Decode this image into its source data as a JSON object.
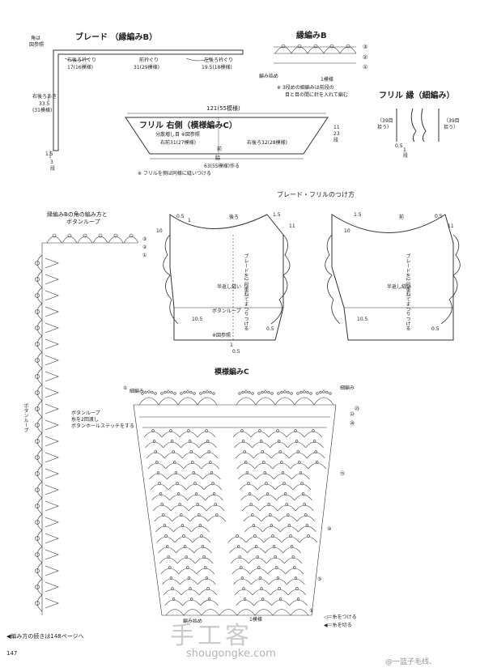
{
  "braid": {
    "title": "ブレード （縁編みB）",
    "corner_note_1": "角は",
    "corner_note_2": "図参照",
    "right_front": "右後ろ衿ぐり",
    "right_front_v": "17(16模様)",
    "back": "前衿ぐり",
    "back_v": "31(29模様)",
    "left_front": "左後ろ衿ぐり",
    "left_front_v": "19.5(18模様)",
    "right_side": "右後ろあき",
    "right_side_v": "33.5",
    "right_side_m": "(31模様)",
    "bottom_1": "1.5",
    "bottom_2": "3",
    "bottom_3": "段"
  },
  "edgeB": {
    "title": "縁編みB",
    "start": "編み始め",
    "repeat": "1模様",
    "note_1": "※ 3段めの細編みは前段の",
    "note_2": "目と目の間に針を入れて編む",
    "rows": [
      "③",
      "②",
      "①"
    ]
  },
  "frillEdge": {
    "title": "フリル 縁（細編み）",
    "left_pick": "（39目",
    "left_pick2": "拾う）",
    "right_pick": "（39目",
    "right_pick2": "拾う）",
    "h1": "0.5",
    "h2": "1",
    "h3": "段"
  },
  "frill": {
    "top_width": "121(55模様)",
    "title": "フリル 右側（模様編みC）",
    "dec": "分散増し目 ※図参照",
    "front_right": "右前31(27模様)",
    "back_right": "右後ろ32(28模様)",
    "height": "11",
    "height_r": "23",
    "height_u": "段",
    "center": "前",
    "center2": "脇",
    "bottom_width": "63(55模様)作る",
    "note": "※ フリルを側は同様に縫いつける"
  },
  "attach": {
    "title": "ブレード・フリルのつけ方",
    "back_label": "後ろ",
    "front_label": "前",
    "n05a": "0.5",
    "n1a": "1",
    "n15a": "1.5",
    "n11a": "11",
    "n10a": "10",
    "n105a": "10.5",
    "n15b": "1.5",
    "n05b": "0.5",
    "n11b": "11",
    "n10b": "10",
    "n105b": "10.5",
    "n05c": "0.5",
    "n05d": "0.5",
    "back_text": "ブレードを2 段重ねてまつりつける",
    "front_text": "ブレードを2 段重ねてまつりつける",
    "half_stitch": "半返し縫い",
    "button_loop": "ボタンループ",
    "see": "※図参照",
    "bottom_1": "1",
    "bottom_05": "0.5"
  },
  "corner": {
    "title_1": "縁編みBの角の編み方と",
    "title_2": "ボタンループ",
    "loop_side": "ボタンループ",
    "note_1": "ボタンループ",
    "note_2": "糸を2回渡し",
    "note_3": "ボタンホールステッチをする",
    "rows": [
      "③",
      "②",
      "①"
    ]
  },
  "patternC": {
    "title": "模様編みC",
    "fine": "細編み",
    "start": "編み始め",
    "repeat": "1模様",
    "rows": [
      "①",
      "㉓",
      "㉒",
      "⑳",
      "⑮",
      "⑩",
      "⑤",
      "①"
    ],
    "legend_1": "◁＝糸をつける",
    "legend_2": "◀＝糸を切る"
  },
  "footer": {
    "cont": "◀編み方の続きは148ページへ",
    "page": "147"
  },
  "watermark": {
    "logo": "手工客",
    "url": "shougongke.com",
    "user": "@一篮子毛线、"
  }
}
